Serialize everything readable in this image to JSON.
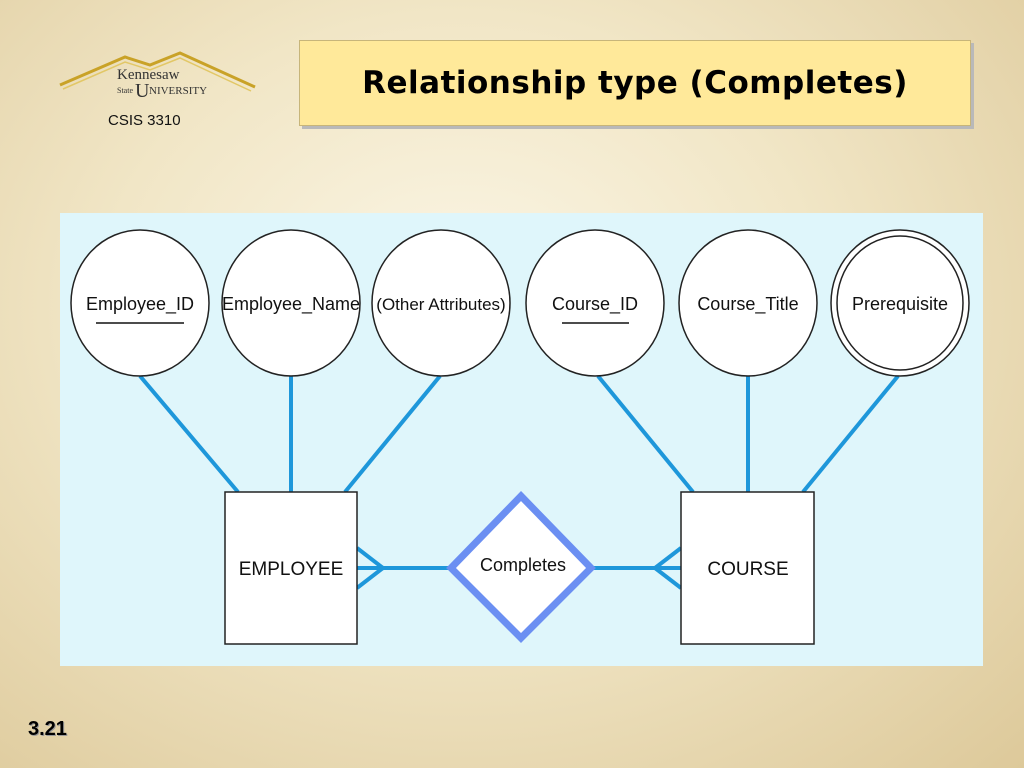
{
  "header": {
    "logo": {
      "line1": "Kennesaw",
      "line2_prefix": "State",
      "line2_initial": "U",
      "line2_rest": "NIVERSITY"
    },
    "course_code": "CSIS 3310",
    "title": "Relationship type (Completes)"
  },
  "diagram": {
    "attributes": [
      {
        "label": "Employee_ID",
        "key": true,
        "multivalued": false,
        "entity": "EMPLOYEE"
      },
      {
        "label": "Employee_Name",
        "key": false,
        "multivalued": false,
        "entity": "EMPLOYEE"
      },
      {
        "label": "(Other Attributes)",
        "key": false,
        "multivalued": false,
        "entity": "EMPLOYEE"
      },
      {
        "label": "Course_ID",
        "key": true,
        "multivalued": false,
        "entity": "COURSE"
      },
      {
        "label": "Course_Title",
        "key": false,
        "multivalued": false,
        "entity": "COURSE"
      },
      {
        "label": "Prerequisite",
        "key": false,
        "multivalued": true,
        "entity": "COURSE"
      }
    ],
    "entities": [
      {
        "label": "EMPLOYEE"
      },
      {
        "label": "COURSE"
      }
    ],
    "relationship": {
      "label": "Completes",
      "cardinality": "many-to-many"
    },
    "colors": {
      "background": "#dff6fb",
      "connector": "#1e97da",
      "diamond_border": "#6b8ff2"
    }
  },
  "footer": {
    "slide_number": "3.21"
  }
}
